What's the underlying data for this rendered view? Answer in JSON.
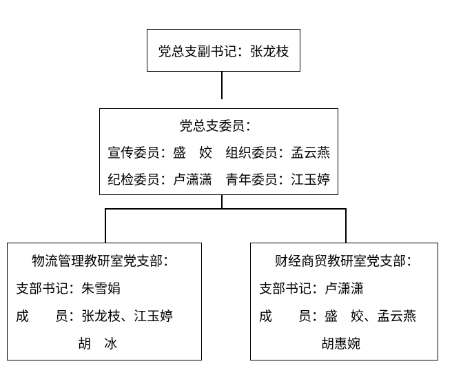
{
  "diagram": {
    "type": "org-chart",
    "boxes": {
      "top": {
        "title": "党总支副书记：张龙枝"
      },
      "committee": {
        "title": "党总支委员：",
        "line2": "宣传委员：盛　姣　组织委员：孟云燕",
        "line3": "纪检委员：卢潇潇　青年委员：江玉婷"
      },
      "logistics": {
        "title": "物流管理教研室党支部：",
        "secretary": "支部书记：朱雪娟",
        "members": "成　　员：张龙枝、江玉婷",
        "members_cont": "胡　冰"
      },
      "finance": {
        "title": "财经商贸教研室党支部：",
        "secretary": "支部书记：卢潇潇",
        "members": "成　　员：盛　姣、孟云燕",
        "members_cont": "胡惠婉"
      }
    },
    "colors": {
      "background": "#ffffff",
      "line": "#000000",
      "text": "#000000"
    }
  }
}
